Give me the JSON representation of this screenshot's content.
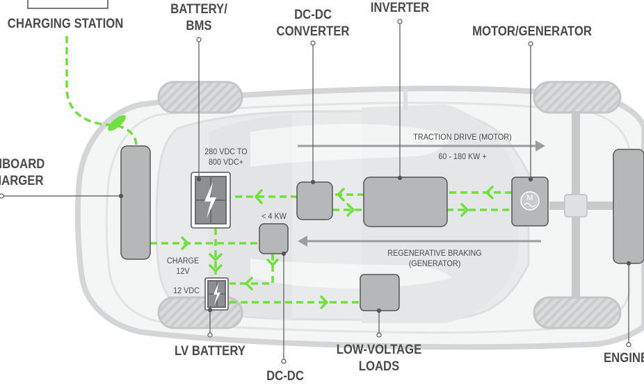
{
  "labels": {
    "charging_station": "CHARGING STATION",
    "battery_bms": [
      "BATTERY/",
      "BMS"
    ],
    "dcdc_converter": [
      "DC-DC",
      "CONVERTER"
    ],
    "inverter": "INVERTER",
    "motor_generator": "MOTOR/GENERATOR",
    "onboard_charger": [
      "ONBOARD",
      "CHARGER"
    ],
    "lv_battery": "LV BATTERY",
    "low_voltage_loads": [
      "LOW-VOLTAGE",
      "LOADS"
    ],
    "dcdc_bottom": "DC-DC",
    "engine": "ENGINE"
  },
  "annotations": {
    "voltage_range": [
      "280 VDC TO",
      "800 VDC+"
    ],
    "power_limit": "< 4 KW",
    "traction_drive": "TRACTION DRIVE (MOTOR)",
    "traction_power": "60 - 180 KW +",
    "regen_braking": [
      "REGENERATIVE BRAKING",
      "(GENERATOR)"
    ],
    "charge_12v": [
      "CHARGE",
      "12V"
    ],
    "lv_voltage": "12 VDC",
    "motor_symbol": "M"
  },
  "colors": {
    "energy_flow": "#6fe03c",
    "component_fill": "#b5b7b9",
    "component_stroke": "#555555",
    "car_outline": "#d6d8da",
    "text": "#4a4a4a"
  }
}
